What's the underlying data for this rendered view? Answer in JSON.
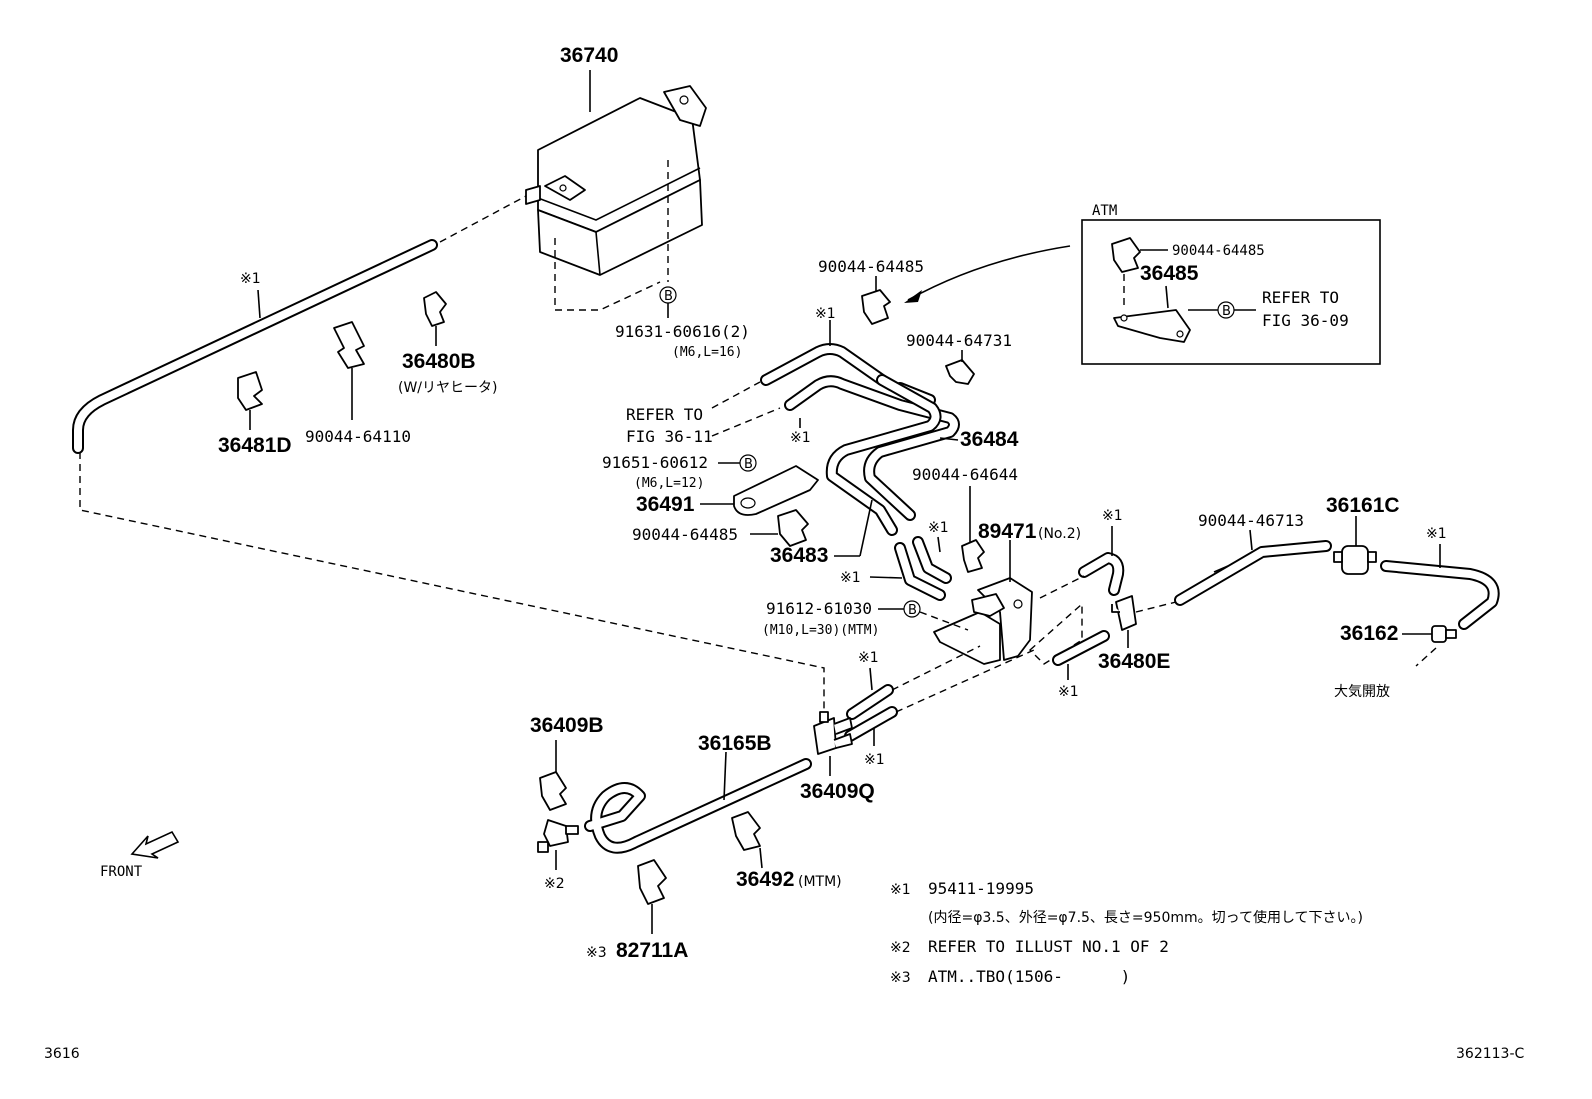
{
  "labels": {
    "p36740": "36740",
    "p91631": "91631-60616(2)",
    "p91631_spec": "(M6,L=16)",
    "p36480B": "36480B",
    "p36480B_note": "(W/リヤヒータ)",
    "p36481D": "36481D",
    "p90044_64110": "90044-64110",
    "ref1": "※1",
    "p90044_64485_top": "90044-64485",
    "p90044_64731": "90044-64731",
    "ref_fig1": "REFER TO",
    "ref_fig1b": "FIG 36-11",
    "p36484": "36484",
    "p91651": "91651-60612",
    "p91651_spec": "(M6,L=12)",
    "p36491": "36491",
    "p90044_64485_mid": "90044-64485",
    "p36483": "36483",
    "p90044_64644": "90044-64644",
    "p89471": "89471",
    "p89471_note": "(No.2)",
    "p91612": "91612-61030",
    "p91612_spec": "(M10,L=30)(MTM)",
    "p90044_46713": "90044-46713",
    "p36161C": "36161C",
    "p36162": "36162",
    "atm_vent": "大気開放",
    "p36480E": "36480E",
    "p36409B": "36409B",
    "p36165B": "36165B",
    "p36409Q": "36409Q",
    "p36492": "36492",
    "p36492_note": "(MTM)",
    "ref2": "※2",
    "ref3": "※3",
    "p82711A": "82711A",
    "front": "FRONT",
    "b": "B"
  },
  "atm_box": {
    "title": "ATM",
    "p90044": "90044-64485",
    "p36485": "36485",
    "refer_to": "REFER TO",
    "fig": "FIG 36-09"
  },
  "notes": {
    "n1_mark": "※1",
    "n1_part": "95411-19995",
    "n1_text": "(内径=φ3.5、外径=φ7.5、長さ=950mm。切って使用して下さい。)",
    "n2_mark": "※2",
    "n2_text": "REFER TO ILLUST NO.1 OF 2",
    "n3_mark": "※3",
    "n3_text": "ATM..TBO(1506-      )"
  },
  "footer": {
    "left": "3616",
    "right": "362113-C"
  }
}
